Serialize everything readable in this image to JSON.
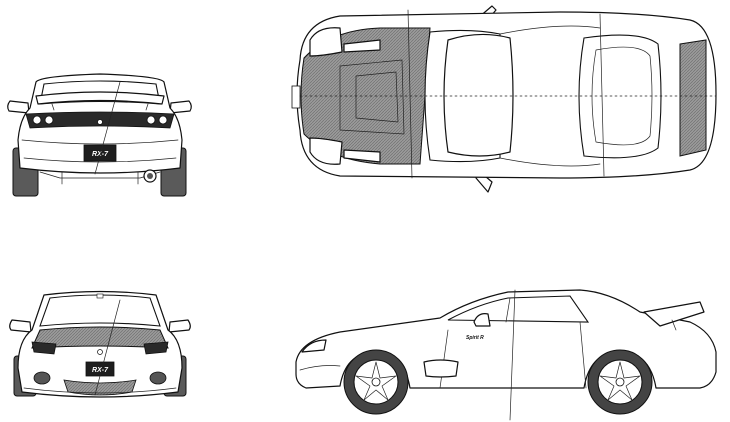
{
  "plates": {
    "rear": "RX-7",
    "front": "RX-7"
  },
  "badges": {
    "side": "Spirit R"
  },
  "colors": {
    "line": "#111111",
    "carbon_fill": "#8d8d8d",
    "tire_fill": "#5a5a5a",
    "background": "#ffffff"
  }
}
